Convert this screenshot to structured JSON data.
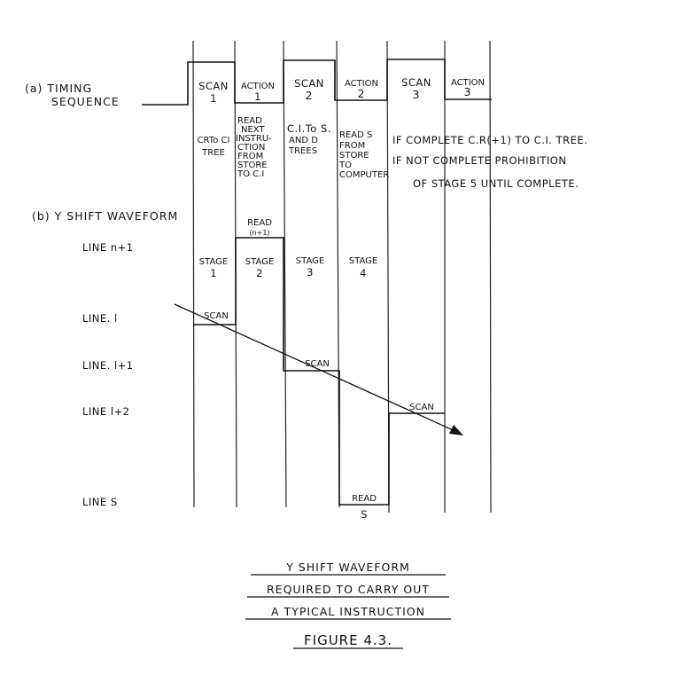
{
  "section_a": {
    "label": "(a) TIMING",
    "label2": "SEQUENCE"
  },
  "timing": [
    {
      "name": "SCAN",
      "num": "1",
      "desc": [
        "CRTo CI",
        "TREE"
      ]
    },
    {
      "name": "ACTION",
      "num": "1",
      "desc": [
        "READ",
        "NEXT",
        "INSTRU-",
        "CTION",
        "FROM",
        "STORE",
        "TO C.I"
      ]
    },
    {
      "name": "SCAN",
      "num": "2",
      "desc": [
        "C.I.To S.",
        "AND D",
        "TREES"
      ]
    },
    {
      "name": "ACTION",
      "num": "2",
      "desc": [
        "READ S",
        "FROM",
        "STORE",
        "TO",
        "COMPUTER"
      ]
    },
    {
      "name": "SCAN",
      "num": "3"
    },
    {
      "name": "ACTION",
      "num": "3"
    }
  ],
  "condition": {
    "line1": "IF COMPLETE C.R(+1) TO C.I. TREE.",
    "line2": "IF NOT COMPLETE PROHIBITION",
    "line3": "OF STAGE 5 UNTIL COMPLETE."
  },
  "section_b": {
    "label": "(b) Y SHIFT WAVEFORM"
  },
  "lines": {
    "n1": "LINE n+1",
    "l": "LINE. l",
    "l1": "LINE. l+1",
    "l2": "LINE l+2",
    "s": "LINE S"
  },
  "stages": [
    {
      "name": "STAGE",
      "num": "1"
    },
    {
      "name": "STAGE",
      "num": "2"
    },
    {
      "name": "STAGE",
      "num": "3"
    },
    {
      "name": "STAGE",
      "num": "4"
    }
  ],
  "waveform_labels": {
    "read_n1": "READ",
    "read_n1_sub": "(n+1)",
    "scan1": "SCAN",
    "scan2": "SCAN",
    "scan3": "SCAN",
    "read_s": "READ",
    "read_s_sub": "S"
  },
  "caption": {
    "line1": "Y SHIFT WAVEFORM",
    "line2": "REQUIRED TO CARRY OUT",
    "line3": "A TYPICAL INSTRUCTION",
    "figure": "FIGURE 4.3."
  }
}
